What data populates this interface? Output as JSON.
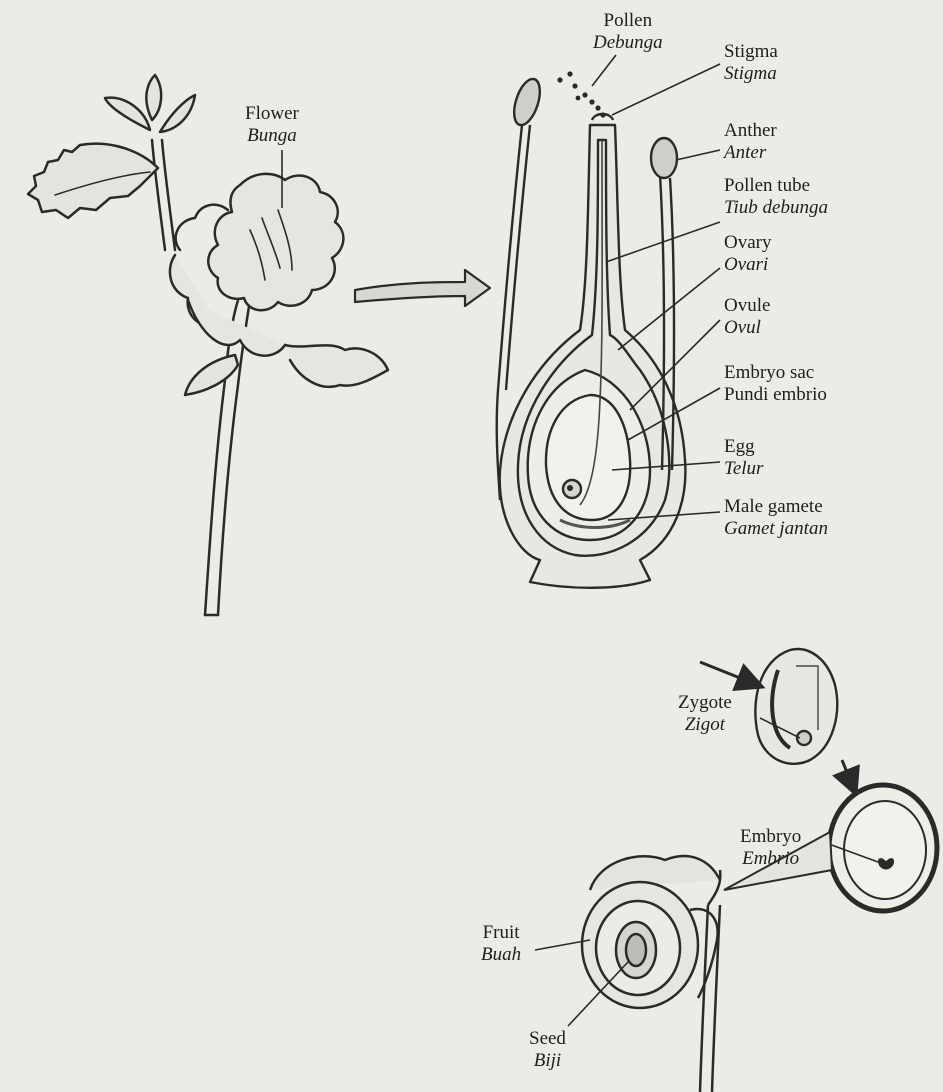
{
  "labels": {
    "flower": {
      "en": "Flower",
      "ms": "Bunga"
    },
    "pollen": {
      "en": "Pollen",
      "ms": "Debunga"
    },
    "stigma": {
      "en": "Stigma",
      "ms": "Stigma"
    },
    "anther": {
      "en": "Anther",
      "ms": "Anter"
    },
    "pollen_tube": {
      "en": "Pollen tube",
      "ms": "Tiub debunga"
    },
    "ovary": {
      "en": "Ovary",
      "ms": "Ovari"
    },
    "ovule": {
      "en": "Ovule",
      "ms": "Ovul"
    },
    "embryo_sac": {
      "en": "Embryo sac",
      "ms": "Pundi embrio"
    },
    "egg": {
      "en": "Egg",
      "ms": "Telur"
    },
    "male_gamete": {
      "en": "Male gamete",
      "ms": "Gamet jantan"
    },
    "zygote": {
      "en": "Zygote",
      "ms": "Zigot"
    },
    "embryo": {
      "en": "Embryo",
      "ms": "Embrio"
    },
    "fruit": {
      "en": "Fruit",
      "ms": "Buah"
    },
    "seed": {
      "en": "Seed",
      "ms": "Biji"
    }
  },
  "colors": {
    "ink": "#2a2a2a",
    "paper": "#ecebe6",
    "shade": "#cfcfca"
  }
}
